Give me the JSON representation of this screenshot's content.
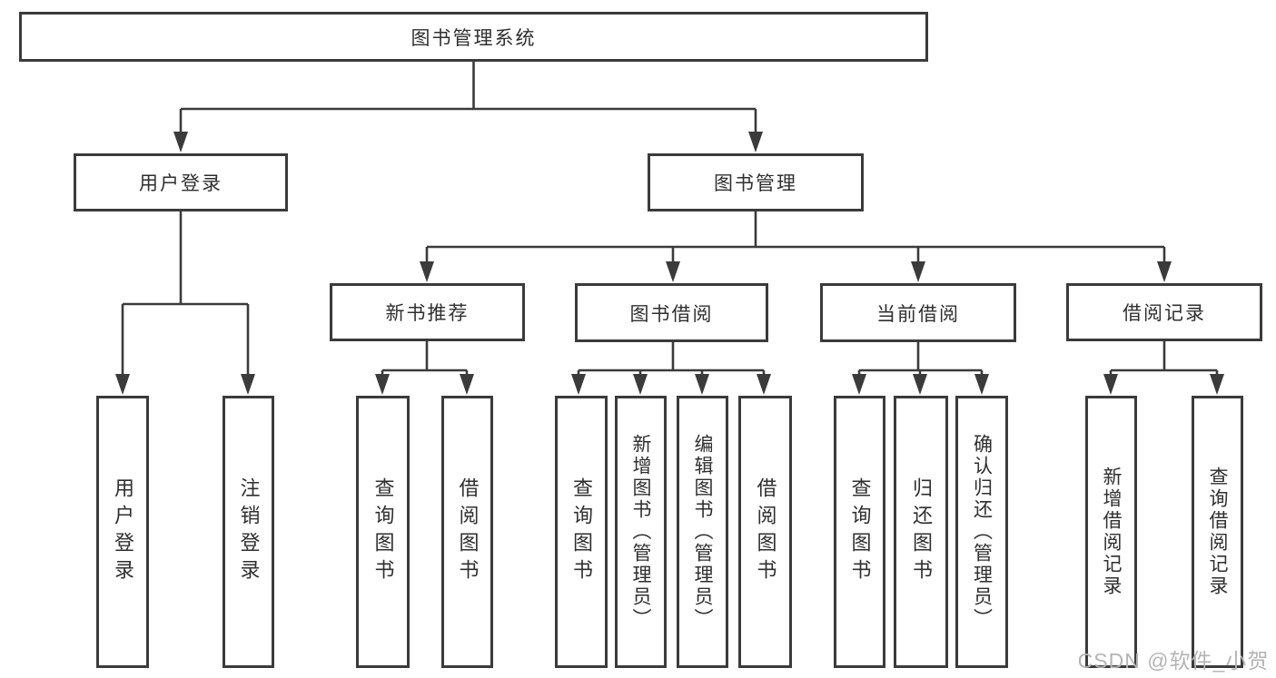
{
  "page": {
    "watermark": "CSDN @软件_小贺同学",
    "colors": {
      "background": "#ffffff",
      "line": "#3b3b3b",
      "box_border": "#3b3b3b",
      "text": "#2f2f2f",
      "watermark": "#b4b4b4"
    }
  },
  "tree": {
    "root": {
      "label": "图书管理系统",
      "children": [
        {
          "label": "用户登录",
          "children": [
            {
              "label": "用户登录"
            },
            {
              "label": "注销登录"
            }
          ]
        },
        {
          "label": "图书管理",
          "children": [
            {
              "label": "新书推荐",
              "children": [
                {
                  "label": "查询图书"
                },
                {
                  "label": "借阅图书"
                }
              ]
            },
            {
              "label": "图书借阅",
              "children": [
                {
                  "label": "查询图书"
                },
                {
                  "label": "新增图书（管理员）"
                },
                {
                  "label": "编辑图书（管理员）"
                },
                {
                  "label": "借阅图书"
                }
              ]
            },
            {
              "label": "当前借阅",
              "children": [
                {
                  "label": "查询图书"
                },
                {
                  "label": "归还图书"
                },
                {
                  "label": "确认归还（管理员）"
                }
              ]
            },
            {
              "label": "借阅记录",
              "children": [
                {
                  "label": "新增借阅记录"
                },
                {
                  "label": "查询借阅记录"
                }
              ]
            }
          ]
        }
      ]
    }
  }
}
